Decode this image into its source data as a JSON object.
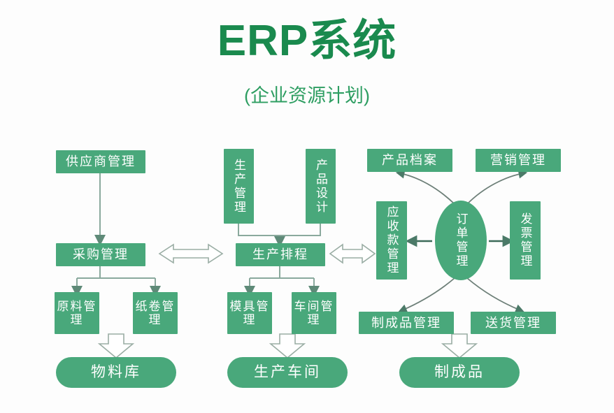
{
  "header": {
    "title": "ERP系统",
    "subtitle": "(企业资源计划)"
  },
  "theme": {
    "accent_green": "#49a87b",
    "title_green": "#1a8a4e",
    "subtitle_green": "#2e9e62",
    "node_text": "#ffffff",
    "connector_gray": "#8a9a92",
    "background": "#fdfdfd"
  },
  "diagram": {
    "type": "flowchart",
    "columns": [
      {
        "name": "procurement",
        "nodes": [
          "supplier_management",
          "purchasing_management",
          "raw_material_management",
          "paper_roll_management",
          "material_warehouse"
        ]
      },
      {
        "name": "production",
        "nodes": [
          "production_management",
          "product_design",
          "production_scheduling",
          "mold_management",
          "workshop_management",
          "production_workshop"
        ]
      },
      {
        "name": "sales",
        "nodes": [
          "product_archive",
          "marketing_management",
          "receivables_management",
          "order_management",
          "invoice_management",
          "finished_goods_management",
          "delivery_management",
          "finished_goods"
        ]
      }
    ],
    "nodes": {
      "supplier_management": "供应商管理",
      "purchasing_management": "采购管理",
      "raw_material_management": "原料管理",
      "paper_roll_management": "纸卷管理",
      "material_warehouse": "物料库",
      "production_management": "生产管理",
      "product_design": "产品设计",
      "production_scheduling": "生产排程",
      "mold_management": "模具管理",
      "workshop_management": "车间管理",
      "production_workshop": "生产车间",
      "product_archive": "产品档案",
      "marketing_management": "营销管理",
      "receivables_management": "应收款管理",
      "order_management": "订单管理",
      "invoice_management": "发票管理",
      "finished_goods_management": "制成品管理",
      "delivery_management": "送货管理",
      "finished_goods": "制成品"
    },
    "connections": [
      {
        "from": "supplier_management",
        "to": "purchasing_management",
        "style": "solid-arrow-down"
      },
      {
        "from": "purchasing_management",
        "to": "raw_material_management",
        "style": "solid-arrow-down"
      },
      {
        "from": "purchasing_management",
        "to": "paper_roll_management",
        "style": "solid-arrow-down"
      },
      {
        "from": "raw_material_management",
        "to": "material_warehouse",
        "style": "hollow-arrow-down"
      },
      {
        "from": "production_management",
        "to": "production_scheduling",
        "style": "solid-arrow-down"
      },
      {
        "from": "product_design",
        "to": "production_scheduling",
        "style": "solid-arrow-down"
      },
      {
        "from": "production_scheduling",
        "to": "mold_management",
        "style": "solid-arrow-down"
      },
      {
        "from": "production_scheduling",
        "to": "workshop_management",
        "style": "solid-arrow-down"
      },
      {
        "from": "mold_management",
        "to": "production_workshop",
        "style": "hollow-arrow-down"
      },
      {
        "from": "purchasing_management",
        "to": "production_scheduling",
        "style": "hollow-arrow-bidirectional"
      },
      {
        "from": "production_scheduling",
        "to": "receivables_management",
        "style": "hollow-arrow-bidirectional"
      },
      {
        "from": "order_management",
        "to": "receivables_management",
        "style": "solid-arrow-left"
      },
      {
        "from": "order_management",
        "to": "invoice_management",
        "style": "solid-arrow-right"
      },
      {
        "from": "order_management",
        "to": "product_archive",
        "style": "curved-arrow-up-left"
      },
      {
        "from": "order_management",
        "to": "marketing_management",
        "style": "curved-arrow-up-right"
      },
      {
        "from": "order_management",
        "to": "finished_goods_management",
        "style": "curved-arrow-down-left"
      },
      {
        "from": "order_management",
        "to": "delivery_management",
        "style": "curved-arrow-down-right"
      },
      {
        "from": "finished_goods_management",
        "to": "finished_goods",
        "style": "hollow-arrow-down"
      }
    ]
  }
}
